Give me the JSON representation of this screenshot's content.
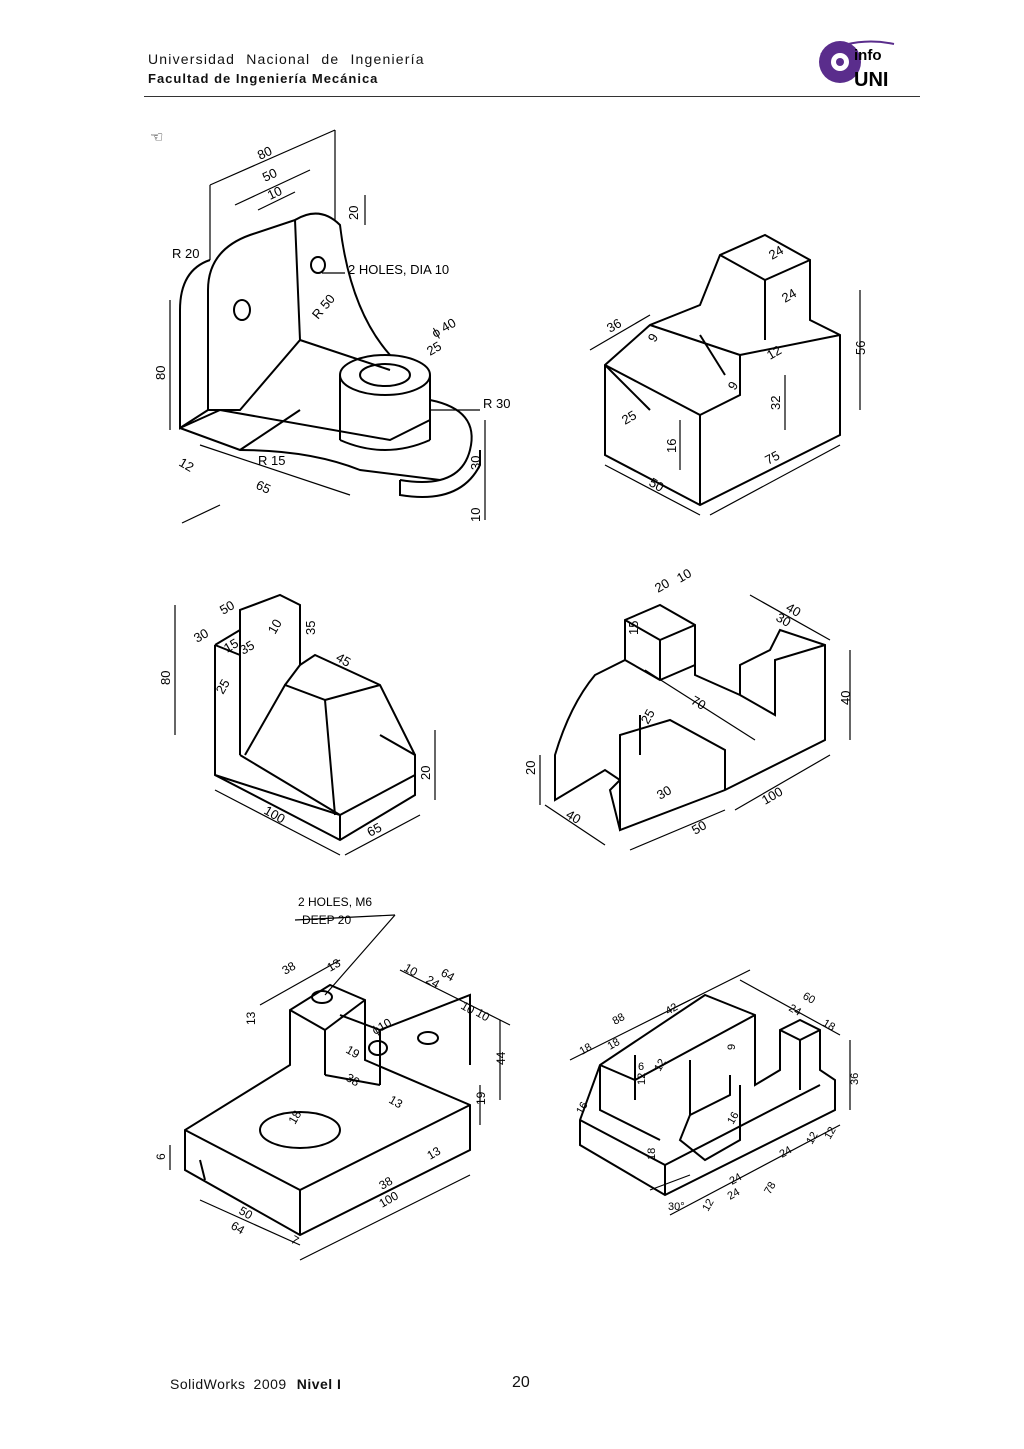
{
  "header": {
    "university": "Universidad Nacional de Ingeniería",
    "faculty": "Facultad de Ingeniería Mecánica",
    "logo_top": "info",
    "logo_bottom": "UNI"
  },
  "hand_icon": "hand-cursor-icon",
  "figures": {
    "fig1": {
      "dims": [
        "80",
        "50",
        "10",
        "20",
        "R 20",
        "2 HOLES, DIA 10",
        "R 50",
        "ϕ 40",
        "25",
        "80",
        "R 30",
        "R 15",
        "12",
        "65",
        "30",
        "10"
      ]
    },
    "fig2": {
      "dims": [
        "24",
        "24",
        "36",
        "9",
        "12",
        "9",
        "56",
        "32",
        "25",
        "16",
        "50",
        "75"
      ]
    },
    "fig3": {
      "dims": [
        "50",
        "30",
        "10",
        "35",
        "15",
        "35",
        "80",
        "25",
        "45",
        "20",
        "100",
        "65"
      ]
    },
    "fig4": {
      "dims": [
        "20",
        "10",
        "15",
        "40",
        "30",
        "70",
        "40",
        "25",
        "20",
        "30",
        "40",
        "50",
        "100"
      ]
    },
    "fig5": {
      "callout_line1": "2 HOLES, M6",
      "callout_line2": "DEEP 20",
      "dims": [
        "38",
        "13",
        "10",
        "64",
        "24",
        "13",
        "10",
        "10",
        "ϕ10",
        "19",
        "44",
        "38",
        "13",
        "19",
        "6",
        "18",
        "13",
        "38",
        "100",
        "50",
        "64",
        "7"
      ]
    },
    "fig6": {
      "dims": [
        "88",
        "42",
        "60",
        "24",
        "18",
        "18",
        "18",
        "9",
        "12",
        "6",
        "12",
        "36",
        "16",
        "18",
        "16",
        "12",
        "24",
        "12",
        "24",
        "30°",
        "12",
        "24",
        "78"
      ]
    }
  },
  "footer": {
    "software": "SolidWorks",
    "version": "2009",
    "level": "Nivel I",
    "page": "20"
  }
}
